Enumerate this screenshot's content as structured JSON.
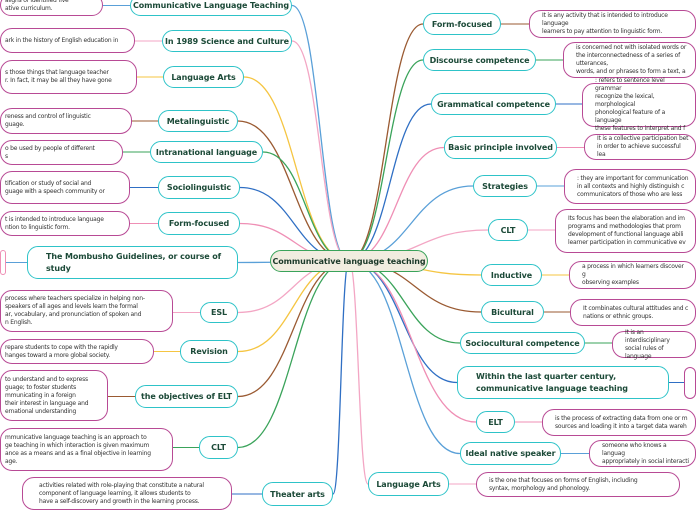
{
  "central_topic": "Communicative language teaching",
  "left_branches": [
    {
      "topic": "Communicative Language Teaching",
      "description": "aligns of identified five\native curriculum."
    },
    {
      "topic": "In 1989 Science and Culture",
      "description": "ark in the history of English education in"
    },
    {
      "topic": "Language Arts",
      "description": "s those things that language teacher\nr. In fact, it may be all they have gone\n"
    },
    {
      "topic": "Metalinguistic",
      "description": "reness and control of linguistic\nguage."
    },
    {
      "topic": "Intranational language",
      "description": "o be used by people of different\ns"
    },
    {
      "topic": "Sociolinguistic",
      "description": "tification or study of social and\nguage with a speech community or"
    },
    {
      "topic": "Form-focused",
      "description": "t is intended to introduce language\nntion to linguistic form."
    },
    {
      "topic": "The Mombusho Guidelines, or course of\nstudy",
      "description": ""
    },
    {
      "topic": "ESL",
      "description": "process where teachers specialize in helping non-\nspeakers of all ages and levels learn the formal\nar, vocabulary, and pronunciation of spoken and\nn English."
    },
    {
      "topic": "Revision",
      "description": "repare students to cope with the rapidly\nhanges toward a more global society."
    },
    {
      "topic": "the objectives of ELT",
      "description": "to understand and to express\nguage; to foster students\nmmunicating in a foreign\ntheir interest in language and\nernational understanding"
    },
    {
      "topic": "CLT",
      "description": "mmunicative language teaching is an approach to\nge teaching in which interaction is given maximum\nance as a means and as a final objective in learning\nage."
    },
    {
      "topic": "Theater arts",
      "description": "activities related with role-playing that constitute a natural\ncomponent of language learning, it allows students to\nhave a self-discovery and growth in the learning process."
    }
  ],
  "right_branches": [
    {
      "topic": "Form-focused",
      "description": "It is any activity that is intended to introduce language\nlearners to pay attention to linguistic form."
    },
    {
      "topic": "Discourse competence",
      "description": "is concerned not with isolated words or\nthe interconnectedness of a series of utterances,\nwords, and or phrases to form a text, a"
    },
    {
      "topic": "Grammatical competence",
      "description": ": refers to sentence level grammar\nrecognize the lexical, morphological\nphonological feature of a language\nthese features to interpret and f"
    },
    {
      "topic": "Basic principle involved",
      "description": "It is a collective participation bet\nin order to achieve successful lea"
    },
    {
      "topic": "Strategies",
      "description": ": they are important for communication\nin all contexts and highly distinguish c\ncommunicators of those who are less"
    },
    {
      "topic": "CLT",
      "description": "Its focus has been the elaboration and im\nprograms and methodologies that prom\ndevelopment of functional language abili\nlearner participation in communicative ev"
    },
    {
      "topic": "Inductive",
      "description": "a process in which learners discover g\nobserving examples"
    },
    {
      "topic": "Bicultural",
      "description": "It combinates cultural attitudes and c\nnations or ethnic groups."
    },
    {
      "topic": "Sociocultural competence",
      "description": "It is an interdisciplinary\nsocial rules of language"
    },
    {
      "topic": "Within the last quarter century,\ncommunicative language teaching",
      "description": ""
    },
    {
      "topic": "ELT",
      "description": "is the process of extracting data from one or m\nsources and loading it into a target data wareh"
    },
    {
      "topic": "Ideal native speaker",
      "description": "someone who knows a languag\nappropriately in social interacti"
    },
    {
      "topic": "Language Arts",
      "description": "is the one that focuses on forms of English, including\nsyntax, morphology and phonology."
    }
  ],
  "colors": {
    "topic_border": "#2ec3c8",
    "description_border": "#b84a95",
    "center_fill": "#f1ede0",
    "center_border": "#3aa35a",
    "branch_palette": [
      "#5aa0d8",
      "#f3a6c4",
      "#f5c542",
      "#9a5a32",
      "#3aa35a",
      "#2f6fc4",
      "#ef8fb5"
    ]
  }
}
